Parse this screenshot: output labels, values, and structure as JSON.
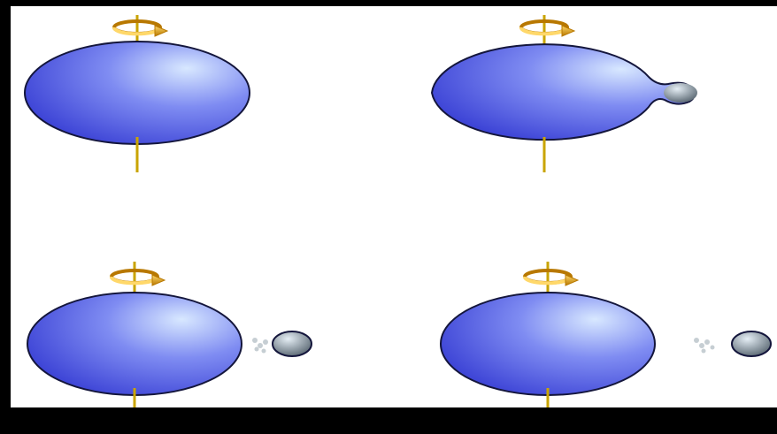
{
  "diagram": {
    "panels": [
      {
        "id": "panel-1",
        "stage": "spinning-body",
        "has_bulge": false,
        "has_separated_body": false,
        "has_trail": false
      },
      {
        "id": "panel-2",
        "stage": "bulge-forming",
        "has_bulge": true,
        "has_separated_body": false,
        "has_trail": false
      },
      {
        "id": "panel-3",
        "stage": "body-separated-near",
        "has_bulge": false,
        "has_separated_body": true,
        "has_trail": true
      },
      {
        "id": "panel-4",
        "stage": "body-separated-far",
        "has_bulge": false,
        "has_separated_body": true,
        "has_trail": true
      }
    ],
    "colors": {
      "body_light": "#d8e8ff",
      "body_mid": "#7f8cf2",
      "body_dark": "#3d44d6",
      "outline": "#14163c",
      "axis": "#c9a400",
      "arrow_light": "#ffd86a",
      "arrow_dark": "#b87800",
      "small_body_light": "#e5eef5",
      "small_body_dark": "#4d5b66",
      "trail": "#b8c2c8",
      "background": "#ffffff",
      "frame": "#000000"
    }
  }
}
